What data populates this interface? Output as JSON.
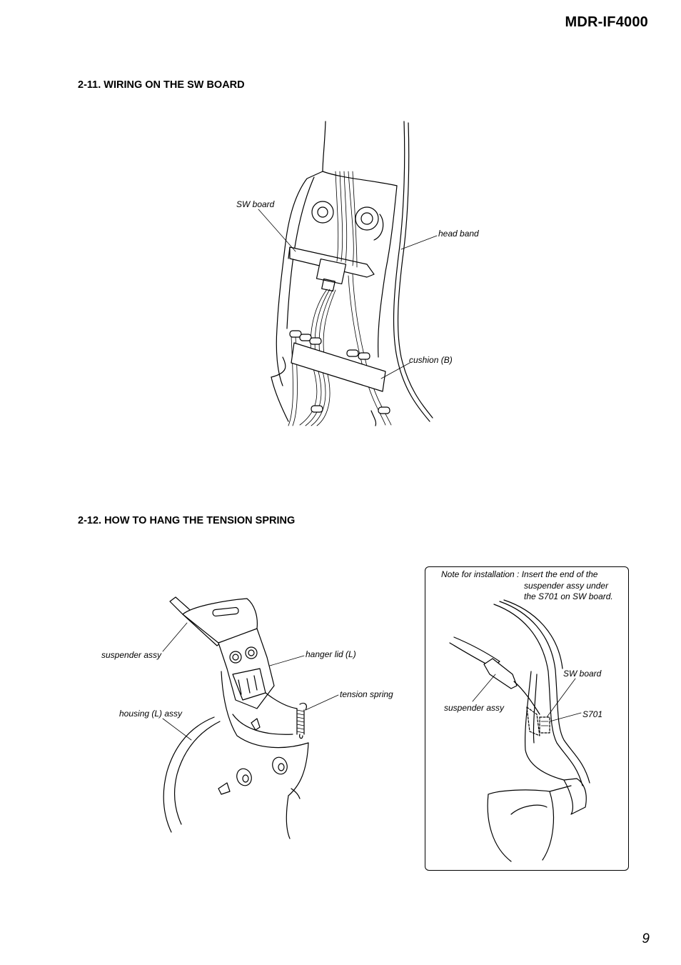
{
  "header": {
    "model": "MDR-IF4000"
  },
  "section1": {
    "title": "2-11.  WIRING ON THE SW BOARD",
    "labels": {
      "sw_board": "SW board",
      "head_band": "head band",
      "cushion_b": "cushion (B)"
    }
  },
  "section2": {
    "title": "2-12.  HOW TO HANG THE TENSION SPRING",
    "labels": {
      "suspender_assy": "suspender assy",
      "hanger_lid": "hanger lid (L)",
      "tension_spring": "tension spring",
      "housing": "housing (L) assy"
    },
    "note": {
      "line1": "Note for installation : Insert the end of the",
      "line2": "suspender assy under",
      "line3": "the S701 on SW board.",
      "labels": {
        "sw_board": "SW board",
        "suspender_assy": "suspender assy",
        "s701": "S701"
      }
    }
  },
  "footer": {
    "page_number": "9"
  }
}
